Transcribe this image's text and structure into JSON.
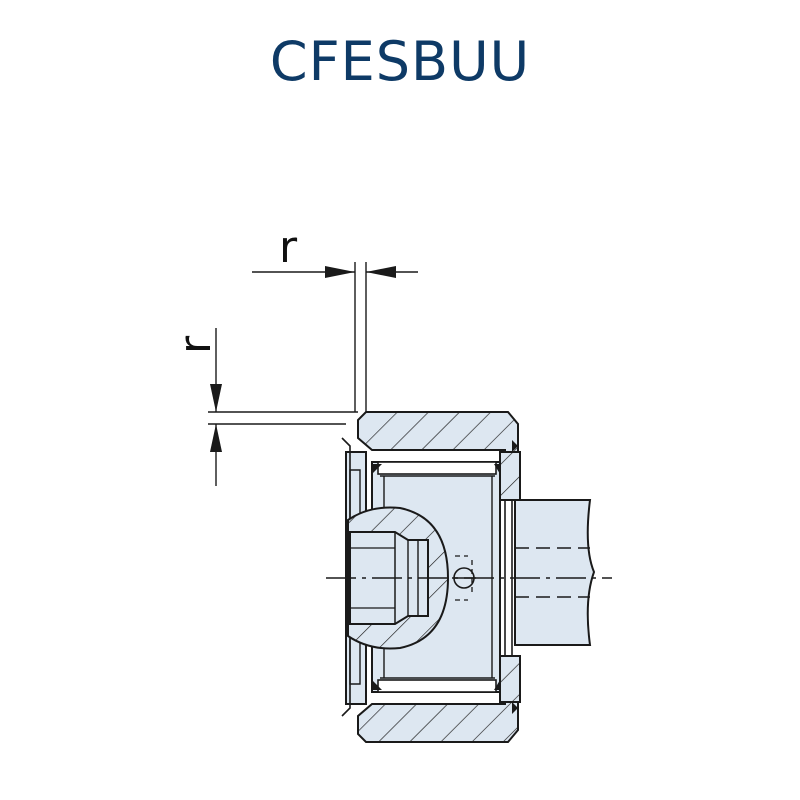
{
  "title": "CFESBUU",
  "dimensions": {
    "horizontal_label": "r",
    "vertical_label": "r"
  },
  "colors": {
    "title": "#0e3a66",
    "fill": "#dde7f1",
    "line": "#1a1a1a"
  }
}
